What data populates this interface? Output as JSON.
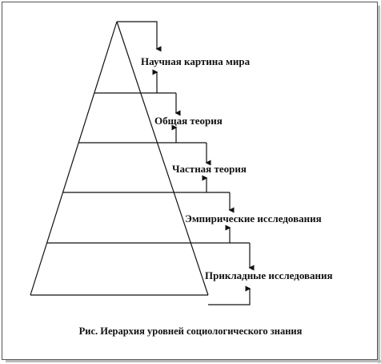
{
  "diagram": {
    "levels": [
      {
        "label": "Научная картина мира"
      },
      {
        "label": "Общая теория"
      },
      {
        "label": "Частная теория"
      },
      {
        "label": "Эмпирические исследования"
      },
      {
        "label": "Прикладные исследования"
      }
    ],
    "caption": "Рис. Иерархия уровней социологического знания",
    "line_color": "#111111"
  }
}
